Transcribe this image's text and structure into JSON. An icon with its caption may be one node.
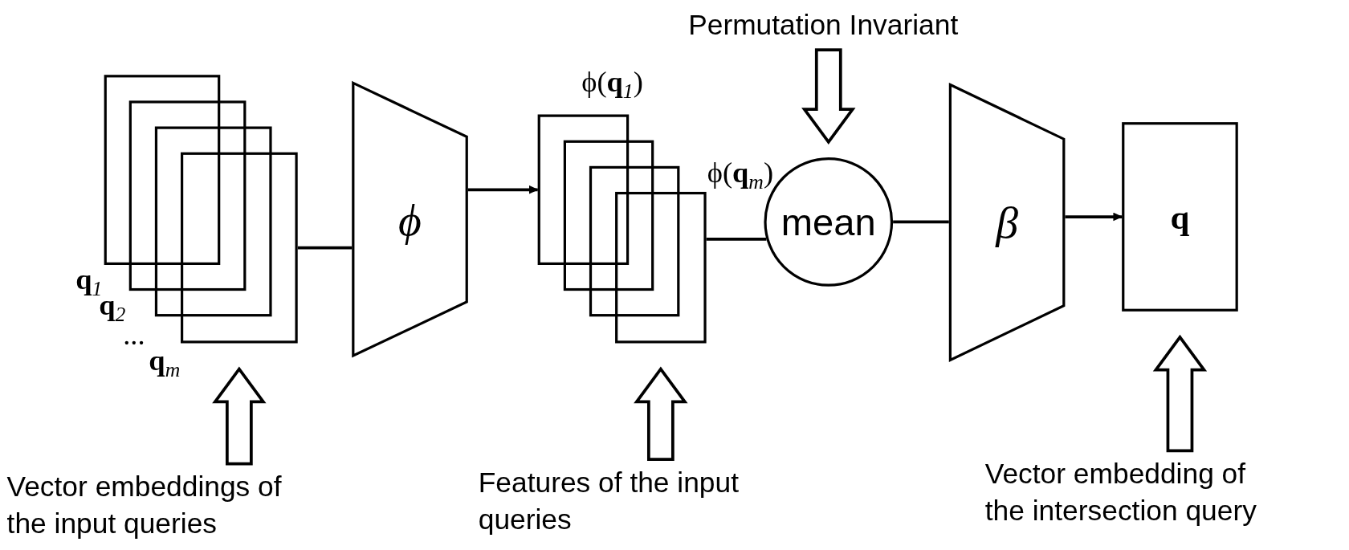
{
  "diagram": {
    "nodes": [
      {
        "text": [],
        "shape": "box",
        "beside": [
          "**q**$_{1}$"
        ]
      },
      {
        "text": [],
        "shape": "box",
        "beside": [
          "**q**$_{2}$"
        ]
      },
      {
        "text": [],
        "shape": "box",
        "beside": [
          "..."
        ]
      },
      {
        "text": [],
        "shape": "box",
        "beside": [
          "**q**$_{m}$"
        ]
      },
      {
        "text": [
          "ϕ"
        ]
      },
      {
        "text": [],
        "shape": "box",
        "beside": [
          "ϕ(**q**$_{1}$)"
        ]
      },
      {
        "text": [],
        "shape": "box"
      },
      {
        "text": [],
        "shape": "box"
      },
      {
        "text": [],
        "shape": "box",
        "beside": [
          "ϕ(**q**$_{m}$)"
        ]
      },
      {
        "text": [
          "mean"
        ]
      },
      {
        "text": [
          "β"
        ]
      },
      {
        "text": [
          "q"
        ]
      },
      {
        "text": [
          "Permutation Invariant"
        ]
      },
      {
        "text": [
          "Vector embeddings of the input queries"
        ]
      },
      {
        "text": [
          "Features of the input queries"
        ]
      },
      {
        "text": [
          "Vector embedding of the intersection query"
        ]
      }
    ],
    "edges": [
      {
        "from": 3,
        "to": 4,
        "arrow": "none"
      },
      {
        "from": 4,
        "to": 5,
        "arrow": "to"
      },
      {
        "from": 8,
        "to": 9,
        "arrow": "none"
      },
      {
        "from": 9,
        "to": 10,
        "arrow": "none"
      },
      {
        "from": 10,
        "to": 11,
        "arrow": "to"
      },
      {
        "from": 12,
        "to": 9,
        "arrow": "to"
      },
      {
        "from": 13,
        "to": 3,
        "arrow": "to"
      },
      {
        "from": 14,
        "to": 8,
        "arrow": "to"
      },
      {
        "from": 15,
        "to": 11,
        "arrow": "to"
      }
    ]
  }
}
